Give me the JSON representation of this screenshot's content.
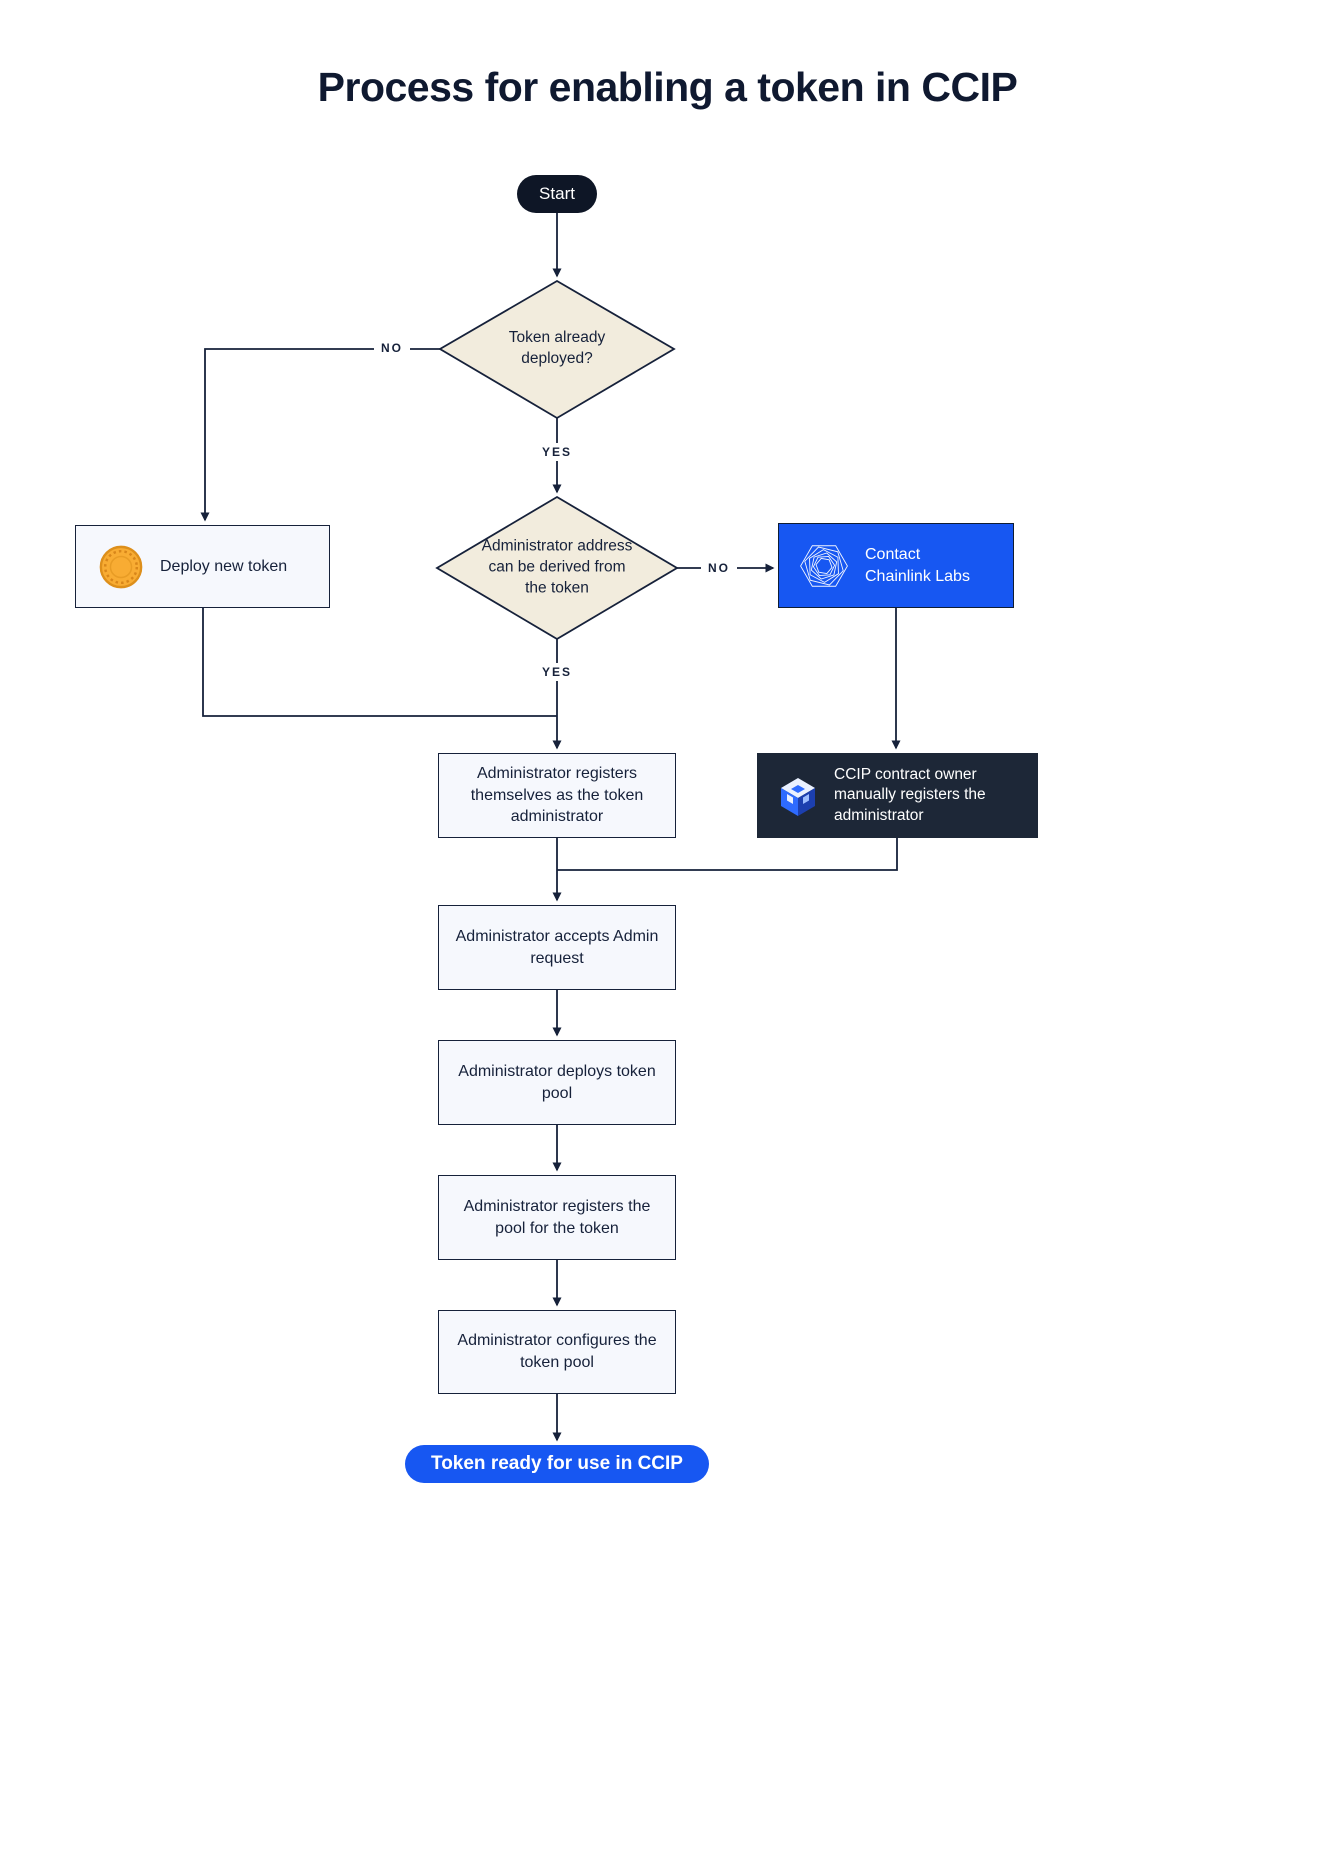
{
  "title": "Process for enabling a token in CCIP",
  "colors": {
    "ink": "#16213A",
    "accent_blue": "#1757F2",
    "diamond_fill": "#F2ECDD",
    "box_fill": "#F6F8FD",
    "dark_box": "#1D2737",
    "coin_gold": "#F8AC33"
  },
  "nodes": {
    "start": {
      "label": "Start"
    },
    "decision_token_deployed": {
      "label": "Token already deployed?"
    },
    "decision_admin_address": {
      "label": "Administrator address can be derived from the token"
    },
    "deploy_new_token": {
      "label": "Deploy new token",
      "icon": "coin-icon"
    },
    "contact_chainlink": {
      "label": "Contact Chainlink Labs",
      "icon": "chainlink-labs-icon"
    },
    "admin_registers": {
      "label": "Administrator registers themselves as the token administrator"
    },
    "ccip_owner_registers": {
      "label": "CCIP contract owner manually registers the administrator",
      "icon": "ccip-cube-icon"
    },
    "admin_accepts": {
      "label": "Administrator accepts Admin request"
    },
    "admin_deploys_pool": {
      "label": "Administrator deploys token pool"
    },
    "admin_registers_pool": {
      "label": "Administrator registers the pool for the token"
    },
    "admin_configures_pool": {
      "label": "Administrator configures the token pool"
    },
    "token_ready": {
      "label": "Token ready for use in CCIP"
    }
  },
  "edge_labels": {
    "no_token_deployed": "NO",
    "yes_token_deployed": "YES",
    "no_admin_address": "NO",
    "yes_admin_address": "YES"
  }
}
